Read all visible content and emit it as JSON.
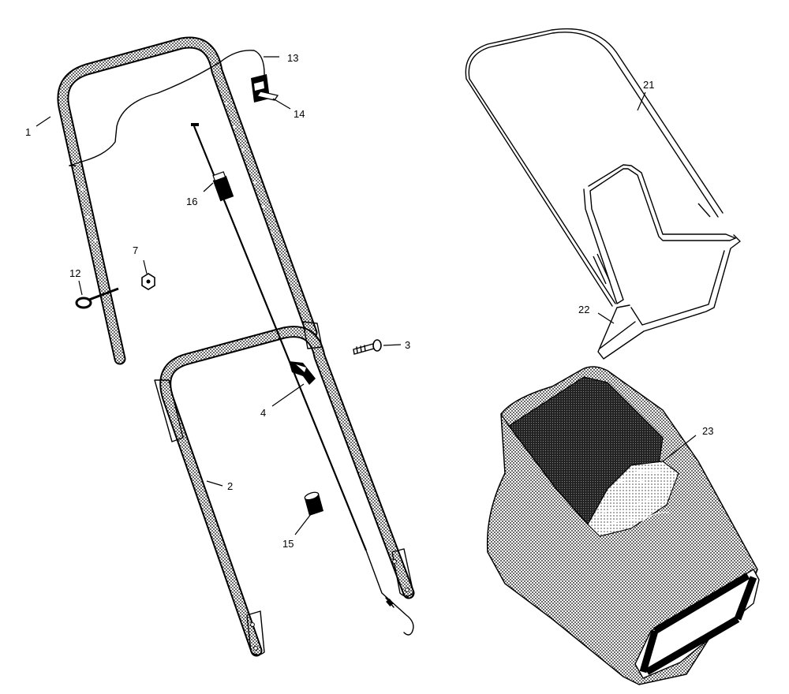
{
  "callouts": [
    {
      "id": "c1",
      "label": "1"
    },
    {
      "id": "c2",
      "label": "2"
    },
    {
      "id": "c3",
      "label": "3"
    },
    {
      "id": "c4",
      "label": "4"
    },
    {
      "id": "c7",
      "label": "7"
    },
    {
      "id": "c12",
      "label": "12"
    },
    {
      "id": "c13",
      "label": "13"
    },
    {
      "id": "c14",
      "label": "14"
    },
    {
      "id": "c15",
      "label": "15"
    },
    {
      "id": "c16",
      "label": "16"
    },
    {
      "id": "c21",
      "label": "21"
    },
    {
      "id": "c22",
      "label": "22"
    },
    {
      "id": "c23",
      "label": "23"
    }
  ],
  "colors": {
    "ink": "#000000",
    "paper": "#ffffff",
    "fabric_light": "#d9d9d9",
    "fabric_dark": "#3a3a3a"
  }
}
